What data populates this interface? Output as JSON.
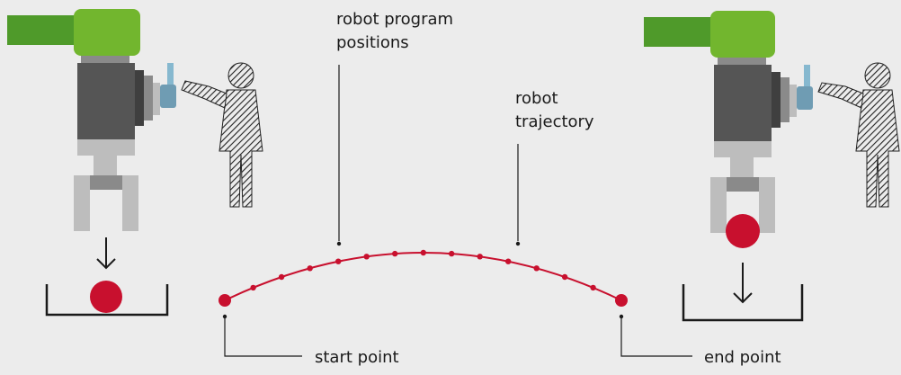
{
  "labels": {
    "program_positions": [
      "robot program",
      "positions"
    ],
    "trajectory": [
      "robot",
      "trajectory"
    ],
    "start_point": "start point",
    "end_point": "end point"
  },
  "colors": {
    "background": "#ececec",
    "arm_green_dark": "#4f9a2a",
    "arm_green_light": "#72b62e",
    "robot_body_dark": "#555555",
    "robot_mid_gray": "#8a8a8a",
    "robot_light_gray": "#bdbdbd",
    "gripper_gray": "#b5b5b5",
    "pendant_blue": "#86b8cf",
    "pendant_blue_dark": "#6f9cb3",
    "trajectory_red": "#c8102e",
    "line_black": "#1a1a1a"
  },
  "icons": [
    "robot-arm-left",
    "robot-arm-right",
    "operator-figure-left",
    "operator-figure-right",
    "teach-pendant-icon",
    "down-arrow-icon",
    "bin-icon",
    "red-ball-icon"
  ]
}
